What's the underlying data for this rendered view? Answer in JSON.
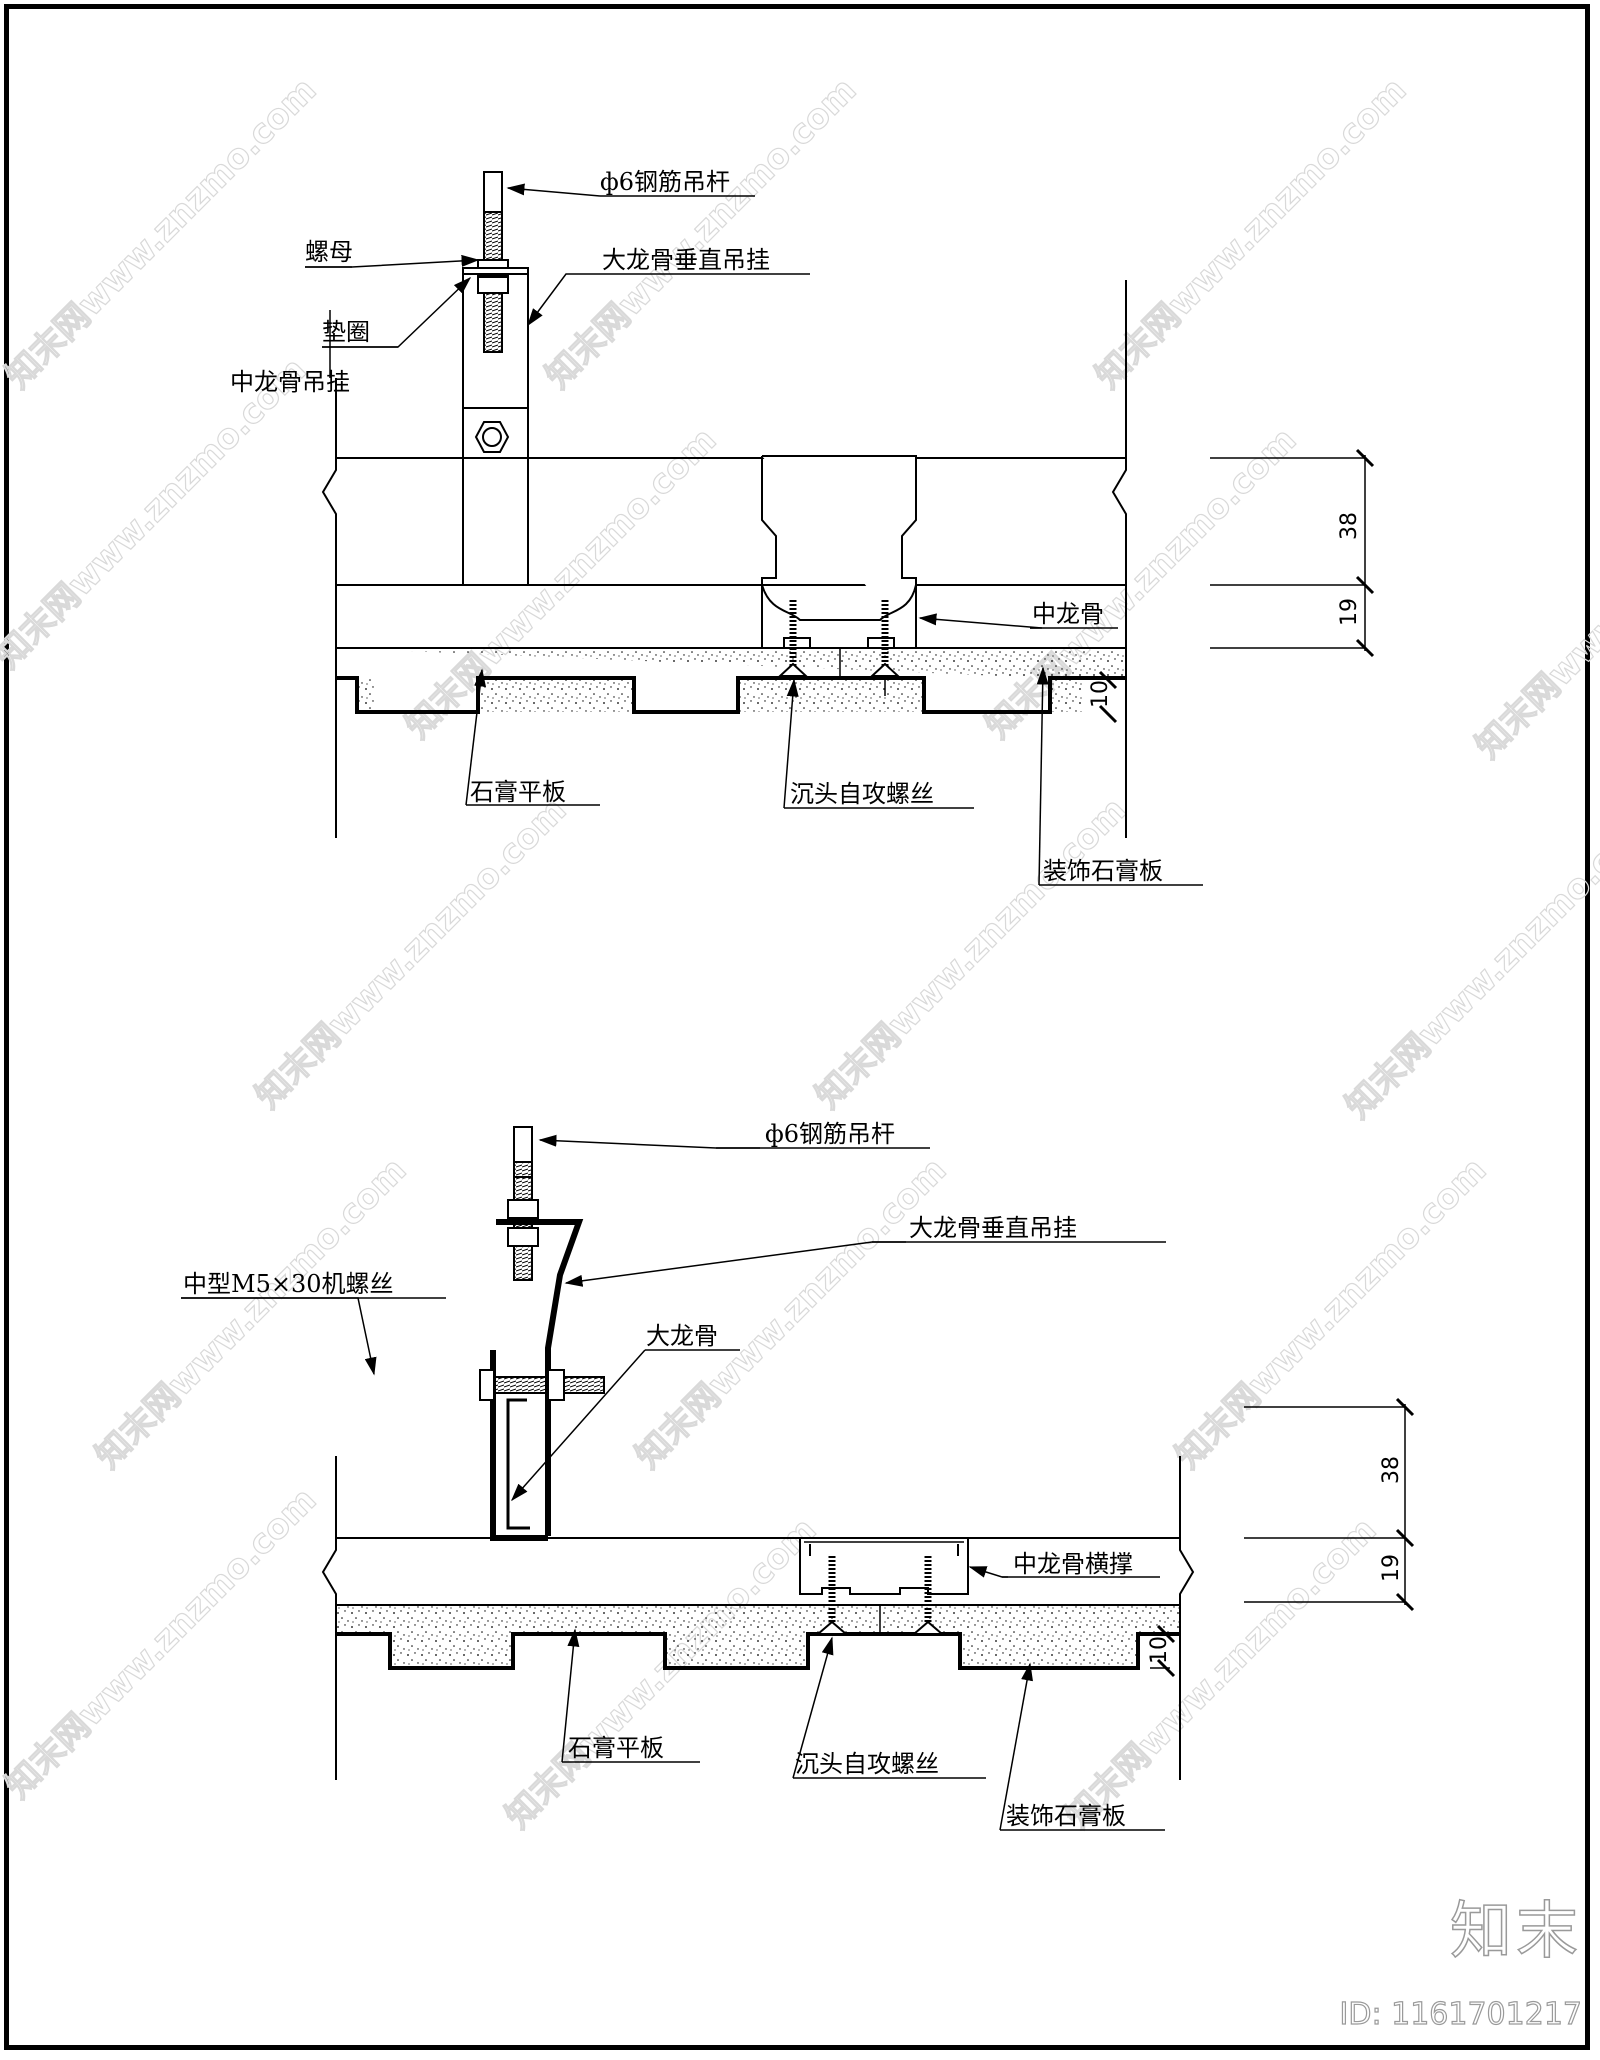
{
  "detail_top": {
    "labels": {
      "rod": "ф6钢筋吊杆",
      "nut": "螺母",
      "main_runner_hanger": "大龙骨垂直吊挂",
      "washer": "垫圈",
      "mid_runner_hanger": "中龙骨吊挂",
      "mid_runner": "中龙骨",
      "gypsum_flat_board": "石膏平板",
      "countersunk_screw": "沉头自攻螺丝",
      "decorative_gypsum_board": "装饰石膏板"
    },
    "dimensions": {
      "upper": "38",
      "lower": "19",
      "board": "10"
    }
  },
  "detail_bottom": {
    "labels": {
      "rod": "ф6钢筋吊杆",
      "main_runner_hanger": "大龙骨垂直吊挂",
      "machine_screw": "中型M5×30机螺丝",
      "main_runner": "大龙骨",
      "mid_runner_brace": "中龙骨横撑",
      "gypsum_flat_board": "石膏平板",
      "countersunk_screw": "沉头自攻螺丝",
      "decorative_gypsum_board": "装饰石膏板"
    },
    "dimensions": {
      "upper": "38",
      "lower": "19",
      "board": "10"
    }
  },
  "watermark": {
    "text": "知末网www.znzmo.com",
    "brand": "知末",
    "id": "ID: 1161701217"
  },
  "colors": {
    "line": "#000000",
    "watermark": "#d9d9d9",
    "background": "#ffffff"
  }
}
